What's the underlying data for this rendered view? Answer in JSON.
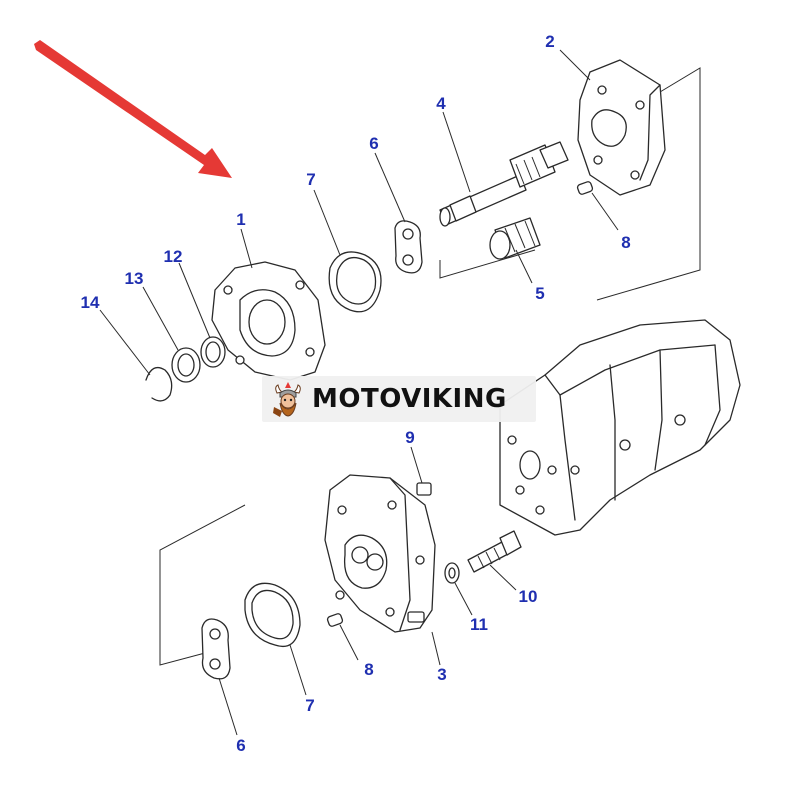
{
  "colors": {
    "callout": "#1f2fb0",
    "arrow": "#e53935",
    "line": "#2a2a2a",
    "watermark_bg": "#f0f0f0"
  },
  "watermark": {
    "text": "MOTOVIKING",
    "logo_icon": "viking-mascot-icon"
  },
  "callouts": {
    "c1": "1",
    "c2": "2",
    "c3": "3",
    "c4": "4",
    "c5": "5",
    "c6_top": "6",
    "c6_bottom": "6",
    "c7_top": "7",
    "c7_bottom": "7",
    "c8_top": "8",
    "c8_bottom": "8",
    "c9": "9",
    "c10": "10",
    "c11": "11",
    "c12": "12",
    "c13": "13",
    "c14": "14"
  },
  "highlight_arrow": {
    "icon": "red-pointer-arrow-icon",
    "points_to": "1"
  }
}
